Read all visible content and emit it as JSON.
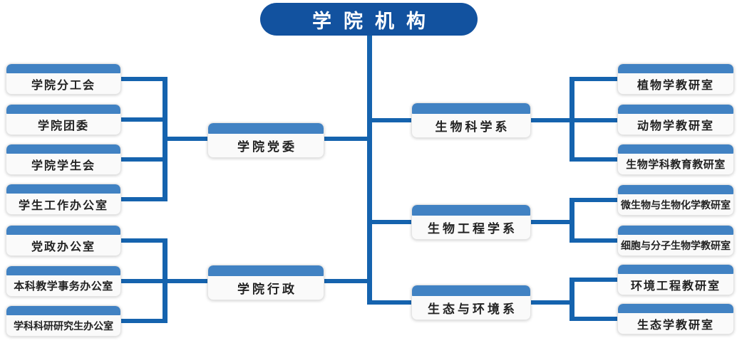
{
  "title": {
    "label": "学院机构"
  },
  "colors": {
    "title_bg": "#12529f",
    "header_bar": "#4182c3",
    "connector": "#1563ae",
    "box_bg": "#fafafa",
    "text": "#222222"
  },
  "branches": {
    "party": {
      "label": "学院党委",
      "children": [
        {
          "label": "学院分工会"
        },
        {
          "label": "学院团委"
        },
        {
          "label": "学院学生会"
        },
        {
          "label": "学生工作办公室"
        }
      ]
    },
    "admin": {
      "label": "学院行政",
      "children": [
        {
          "label": "党政办公室"
        },
        {
          "label": "本科教学事务办公室"
        },
        {
          "label": "学科科研研究生办公室"
        }
      ]
    },
    "bio_science": {
      "label": "生物科学系",
      "children": [
        {
          "label": "植物学教研室"
        },
        {
          "label": "动物学教研室"
        },
        {
          "label": "生物学科教育教研室"
        }
      ]
    },
    "bio_engineering": {
      "label": "生物工程学系",
      "children": [
        {
          "label": "微生物与生物化学教研室"
        },
        {
          "label": "细胞与分子生物学教研室"
        }
      ]
    },
    "ecology": {
      "label": "生态与环境系",
      "children": [
        {
          "label": "环境工程教研室"
        },
        {
          "label": "生态学教研室"
        }
      ]
    }
  }
}
